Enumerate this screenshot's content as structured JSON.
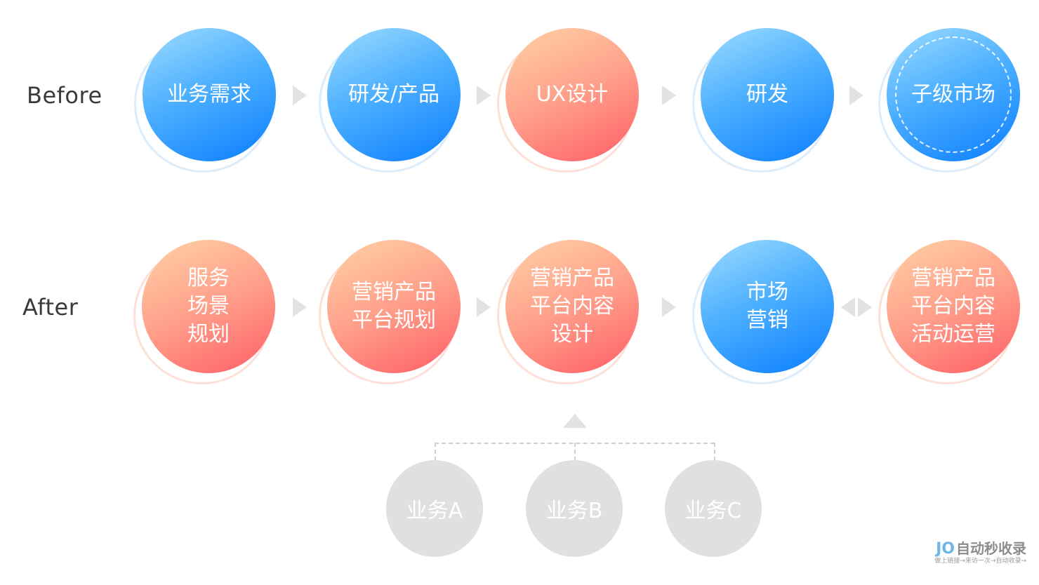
{
  "labels": {
    "before": "Before",
    "after": "After"
  },
  "before_nodes": [
    {
      "text": "业务需求",
      "color": "blue"
    },
    {
      "text": "研发/产品",
      "color": "blue"
    },
    {
      "text": "UX设计",
      "color": "orange"
    },
    {
      "text": "研发",
      "color": "blue"
    },
    {
      "text": "子级市场",
      "color": "blue"
    }
  ],
  "after_nodes": [
    {
      "text": "服务\n场景\n规划",
      "color": "orange"
    },
    {
      "text": "营销产品\n平台规划",
      "color": "orange"
    },
    {
      "text": "营销产品\n平台内容\n设计",
      "color": "orange"
    },
    {
      "text": "市场\n营销",
      "color": "blue"
    },
    {
      "text": "营销产品\n平台内容\n活动运营",
      "color": "orange"
    }
  ],
  "business_nodes": [
    "业务A",
    "业务B",
    "业务C"
  ],
  "colors": {
    "blue_start": "#9fdcff",
    "blue_end": "#0a7dff",
    "orange_start": "#ffd2a6",
    "orange_end": "#ff5d66",
    "arrow": "#e2e2e2",
    "gray_node": "#e0e0e0"
  },
  "watermark": {
    "logo": "JO",
    "title": "自动秒收录",
    "subtitle": "做上链接→来访一次→自动收录→"
  }
}
